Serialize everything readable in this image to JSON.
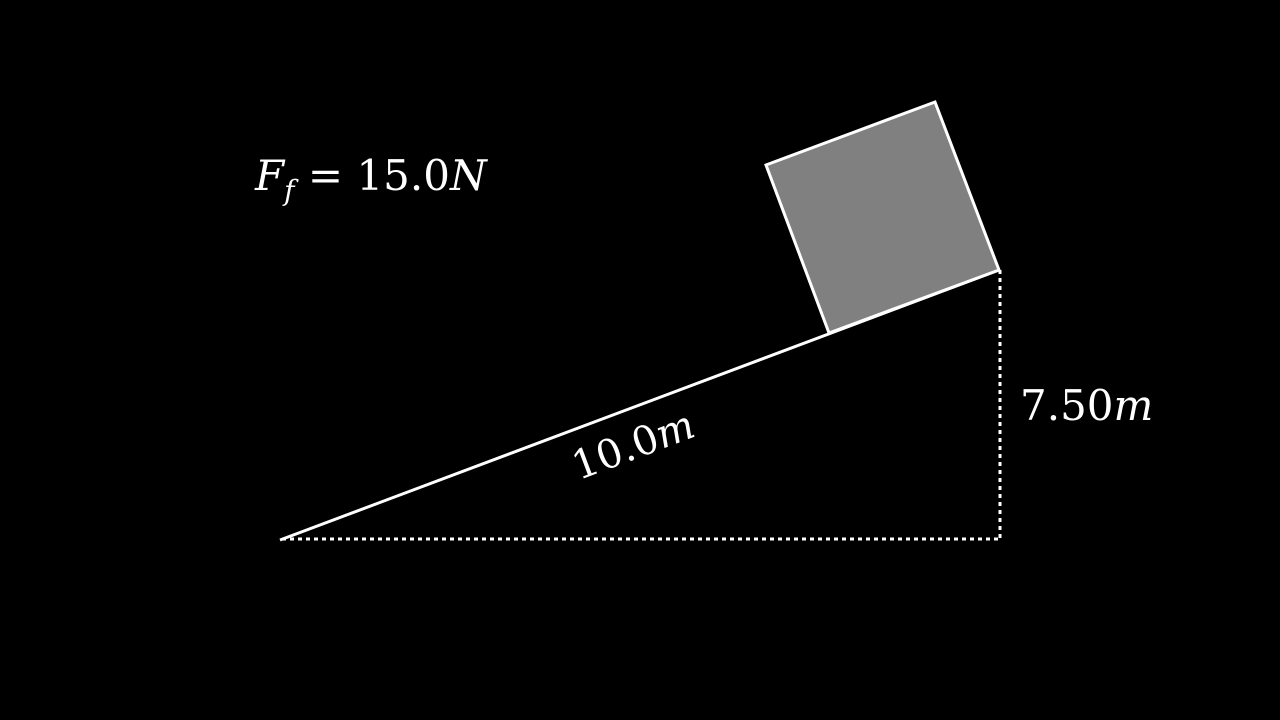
{
  "diagram": {
    "friction_label": {
      "symbol": "F",
      "subscript": "f",
      "relation": " = ",
      "value": "15.0",
      "unit": "N"
    },
    "hypotenuse_label": {
      "value": "10.0",
      "unit": "m"
    },
    "height_label": {
      "value": "7.50",
      "unit": "m"
    },
    "colors": {
      "background": "#000000",
      "stroke": "#ffffff",
      "block_fill": "#808080"
    }
  }
}
